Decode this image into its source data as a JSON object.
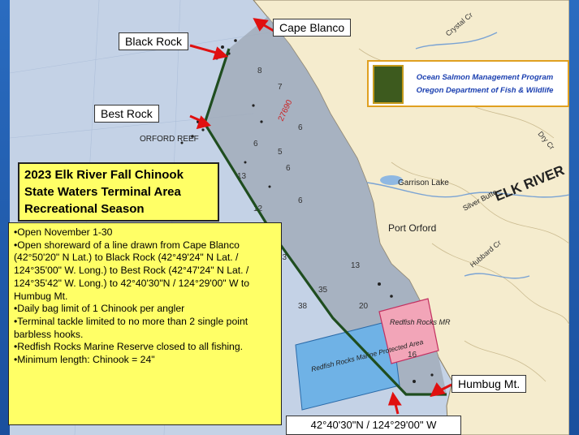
{
  "labels": {
    "cape_blanco": "Cape Blanco",
    "black_rock": "Black Rock",
    "best_rock": "Best Rock",
    "humbug_mt": "Humbug Mt.",
    "corner_point": "42°40'30\"N / 124°29'00\" W"
  },
  "title_lines": [
    "2023 Elk River Fall Chinook",
    "State Waters Terminal Area",
    "Recreational Season"
  ],
  "rules": [
    "•Open November 1-30",
    "•Open shoreward of a line drawn from Cape Blanco (42°50'20\" N Lat.) to Black Rock (42°49'24\" N Lat. /  124°35'00\" W. Long.) to Best Rock (42°47'24\" N Lat. /  124°35'42\" W. Long.) to 42°40'30\"N / 124°29'00\" W to Humbug Mt.",
    "•Daily bag limit of 1 Chinook per angler",
    "•Terminal tackle limited to no more than 2 single point barbless hooks.",
    "•Redfish Rocks Marine Reserve closed to all fishing.",
    "•Minimum length: Chinook  = 24\""
  ],
  "program": {
    "line1": "Ocean Salmon Management Program",
    "line2": "Oregon Department of Fish & Wildlife"
  },
  "map_text": {
    "elk_river": "ELK RIVER",
    "garrison_lake": "Garrison Lake",
    "silver_butte": "Silver Butte",
    "port_orford": "Port Orford",
    "orford_reef": "ORFORD REEF",
    "redfish_mr": "Redfish Rocks MR",
    "redfish_mpa": "Redfish Rocks Marine Protected Area",
    "crystal_cr": "Crystal Cr",
    "hubbard_cr": "Hubbard Cr",
    "dry_cr": "Dry Cr",
    "depth_27690": "27690"
  },
  "colors": {
    "ocean": "#c4d2e6",
    "land": "#f5ecce",
    "terminal_area": "#9ea7b4",
    "boundary": "#1f4d1f",
    "mr": "#f2a5b8",
    "mpa": "#6fb2e6",
    "arrow": "#e01010"
  }
}
